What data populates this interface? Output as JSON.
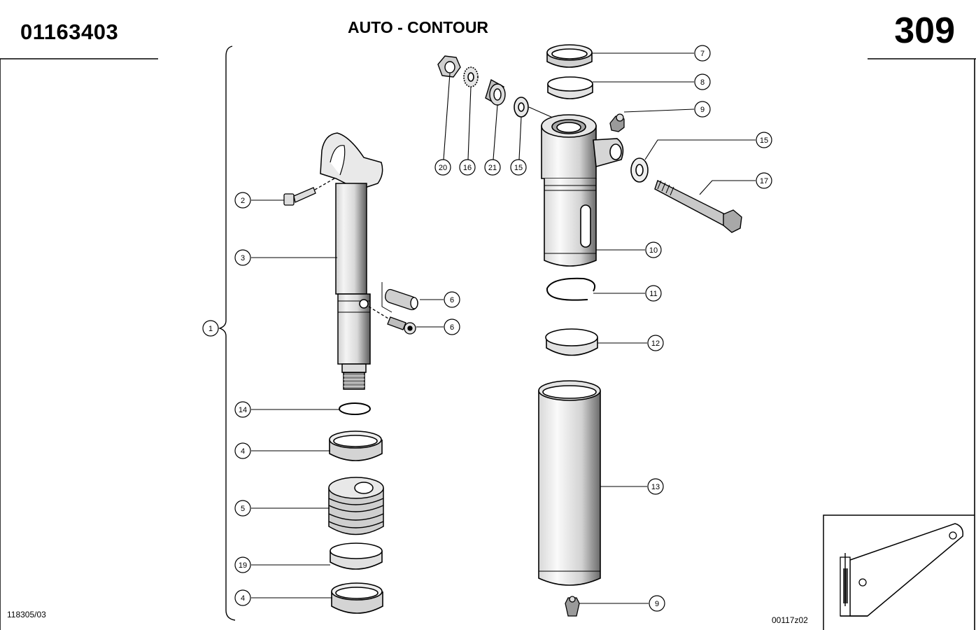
{
  "header": {
    "doc_number": "01163403",
    "title": "AUTO - CONTOUR",
    "page_number": "309"
  },
  "footer": {
    "left_code": "118305/03",
    "right_code": "00117z02"
  },
  "callouts": {
    "c1": "1",
    "c2": "2",
    "c3": "3",
    "c4a": "4",
    "c4b": "4",
    "c5": "5",
    "c6a": "6",
    "c6b": "6",
    "c7": "7",
    "c8": "8",
    "c9a": "9",
    "c9b": "9",
    "c10": "10",
    "c11": "11",
    "c12": "12",
    "c13": "13",
    "c14": "14",
    "c15a": "15",
    "c15b": "15",
    "c16": "16",
    "c17": "17",
    "c19": "19",
    "c20": "20",
    "c21": "21"
  }
}
